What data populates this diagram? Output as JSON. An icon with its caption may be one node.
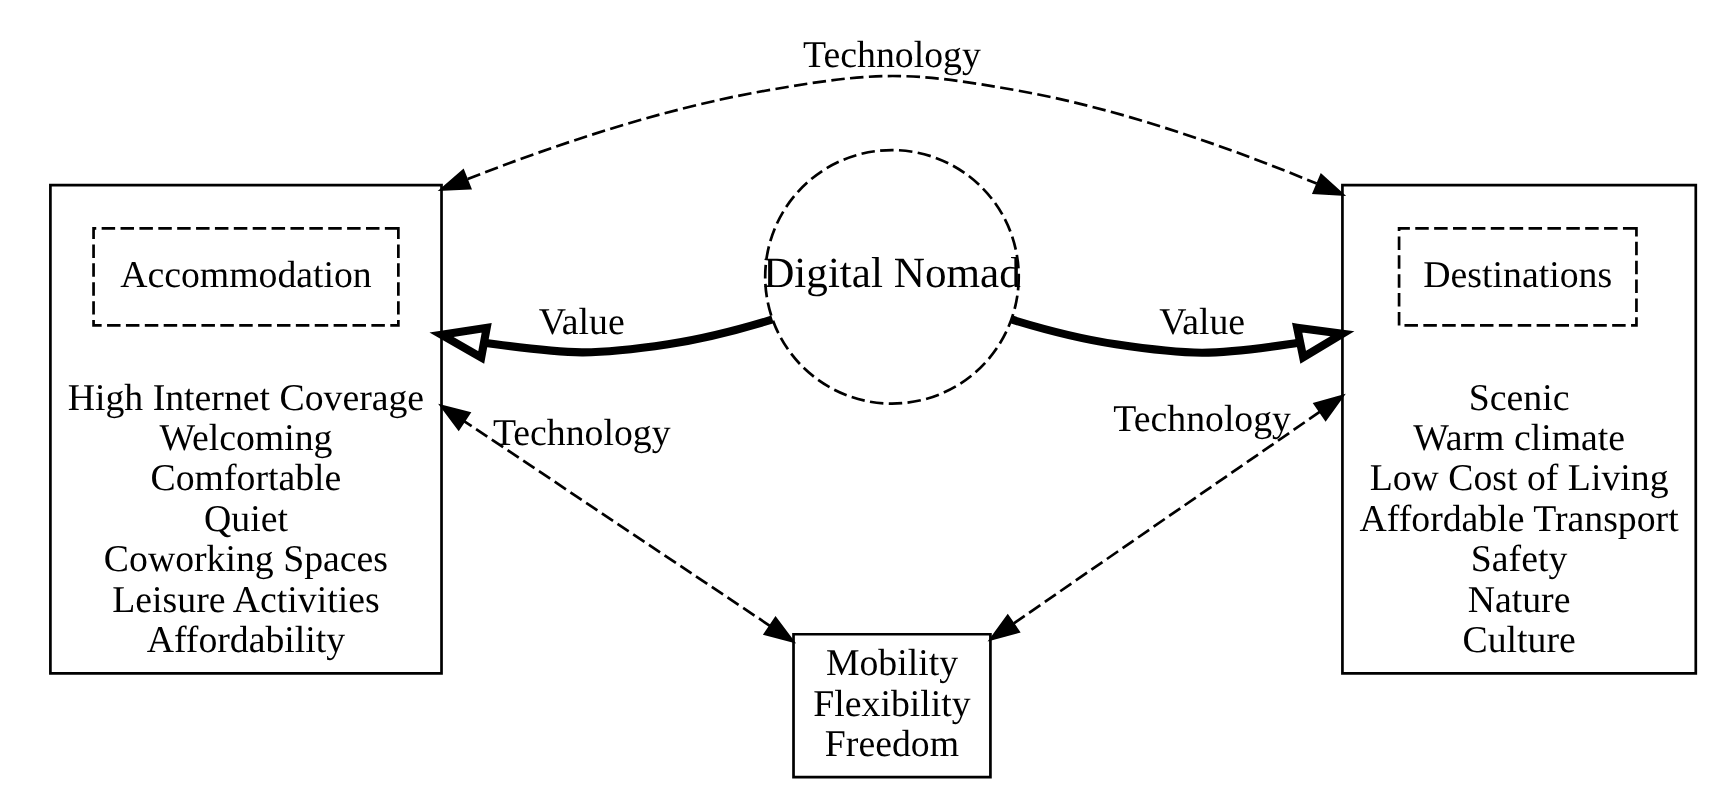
{
  "diagram": {
    "nodes": [
      {
        "text": [
          "High Internet Coverage",
          "Welcoming",
          "Comfortable",
          "Quiet",
          "Coworking Spaces",
          "Leisure Activities",
          "Affordability"
        ]
      },
      {
        "text": [
          "Accommodation"
        ],
        "in": 0
      },
      {
        "text": [
          "Scenic",
          "Warm climate",
          "Low Cost of Living",
          "Affordable Transport",
          "Safety",
          "Nature",
          "Culture"
        ]
      },
      {
        "text": [
          "Destinations"
        ],
        "in": 2
      },
      {
        "text": [
          "Digital Nomad"
        ]
      },
      {
        "text": [
          "Mobility",
          "Flexibility",
          "Freedom"
        ]
      }
    ],
    "edges": [
      {
        "from": 0,
        "to": 2,
        "arrow": "both",
        "label": "Technology",
        "style": "dashed"
      },
      {
        "from": 4,
        "to": 0,
        "arrow": "to",
        "label": "Value",
        "style": "thick"
      },
      {
        "from": 4,
        "to": 2,
        "arrow": "to",
        "label": "Value",
        "style": "thick"
      },
      {
        "from": 5,
        "to": 0,
        "arrow": "both",
        "label": "Technology",
        "style": "dashed"
      },
      {
        "from": 5,
        "to": 2,
        "arrow": "both",
        "label": "Technology",
        "style": "dashed"
      }
    ]
  }
}
